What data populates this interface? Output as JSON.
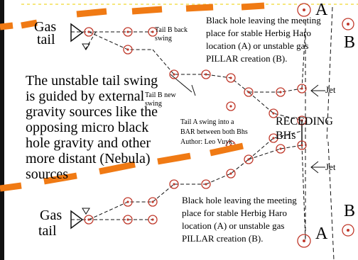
{
  "labels": {
    "gas_tail_top_1": "Gas",
    "gas_tail_top_2": "tail",
    "gas_tail_bottom_1": "Gas",
    "gas_tail_bottom_2": "tail",
    "tail_b_back_1": "Tail B back",
    "tail_b_back_2": "swing",
    "tail_b_new_1": "Tail B new",
    "tail_b_new_2": "swing",
    "black_hole_top_1": "Black hole leaving the meeting",
    "black_hole_top_2": "place for stable Herbig Haro",
    "black_hole_top_3": "location (A) or unstable gas",
    "black_hole_top_4": "PILLAR creation (B).",
    "unstable_1": "The unstable tail swing",
    "unstable_2": "is guided by external",
    "unstable_3": "gravity sources like the",
    "unstable_4": "opposing micro black",
    "unstable_5": "hole gravity and other",
    "unstable_6": "more distant (Nebula)",
    "unstable_7": "sources",
    "tail_a_1": "Tail A swing into a",
    "tail_a_2": "BAR between both Bhs",
    "author": "Author: Leo Vuyk.",
    "receding_1": "RECEDING",
    "receding_2": "BHs",
    "jet_top": "Jet",
    "jet_bottom": "Jet",
    "black_hole_bottom_1": "Black hole leaving the meeting",
    "black_hole_bottom_2": "place for stable Herbig Haro",
    "black_hole_bottom_3": "location (A) or unstable gas",
    "black_hole_bottom_4": "PILLAR creation (B).",
    "a_top": "A",
    "b_top": "B",
    "a_bottom": "A",
    "b_bottom": "B"
  },
  "colors": {
    "dash_orange": "#f07a14",
    "frame_yellow": "#f3df52",
    "symbol_red": "#c0392b",
    "line_black": "#111111"
  }
}
